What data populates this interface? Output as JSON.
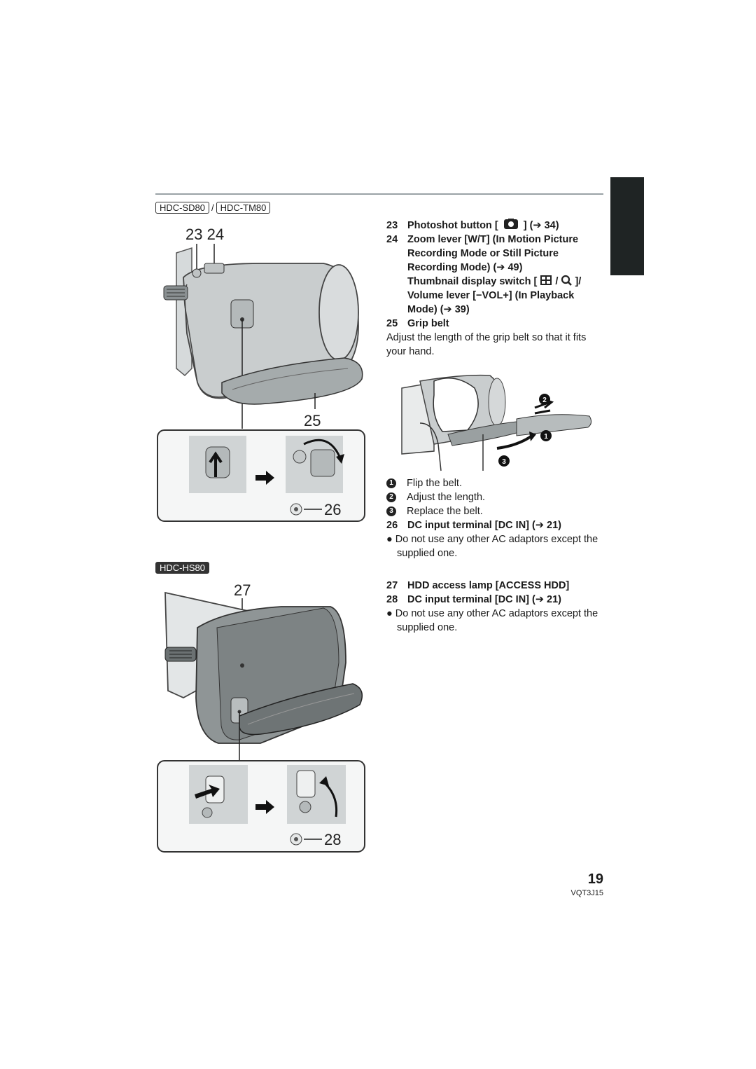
{
  "header": {
    "models_top": [
      "HDC-SD80",
      "HDC-TM80"
    ],
    "model_separator": "/",
    "model_bottom": "HDC-HS80"
  },
  "callouts": {
    "c23_24": "23 24",
    "c25": "25",
    "c26": "26",
    "c27": "27",
    "c28": "28"
  },
  "items": {
    "i23": {
      "num": "23",
      "label": "Photoshot button [",
      "label_end": "] (➔ 34)",
      "icon": "camera-icon"
    },
    "i24": {
      "num": "24",
      "line1": "Zoom lever [W/T] (In Motion Picture",
      "line2": "Recording Mode or Still Picture",
      "line3": "Recording Mode) (➔ 49)",
      "line4a": "Thumbnail display switch [",
      "line4b": "/",
      "line4c": "]/",
      "line5": "Volume lever [−VOL+] (In Playback",
      "line6": "Mode) (➔ 39)"
    },
    "i25": {
      "num": "25",
      "label": "Grip belt",
      "desc": "Adjust the length of the grip belt so that it fits your hand."
    },
    "steps": [
      {
        "marker": "1",
        "text": "Flip the belt."
      },
      {
        "marker": "2",
        "text": "Adjust the length."
      },
      {
        "marker": "3",
        "text": "Replace the belt."
      }
    ],
    "i26": {
      "num": "26",
      "label": "DC input terminal [DC IN] (➔ 21)",
      "note": "● Do not use any other AC adaptors except the supplied one."
    },
    "i27": {
      "num": "27",
      "label": "HDD access lamp [ACCESS HDD]"
    },
    "i28": {
      "num": "28",
      "label": "DC input terminal [DC IN] (➔ 21)",
      "note": "● Do not use any other AC adaptors except the supplied one."
    }
  },
  "footer": {
    "page": "19",
    "code": "VQT3J15"
  },
  "colors": {
    "accent_dark": "#1f2424",
    "rule": "#9aa2a6",
    "camera_body": "#c9cdce"
  }
}
